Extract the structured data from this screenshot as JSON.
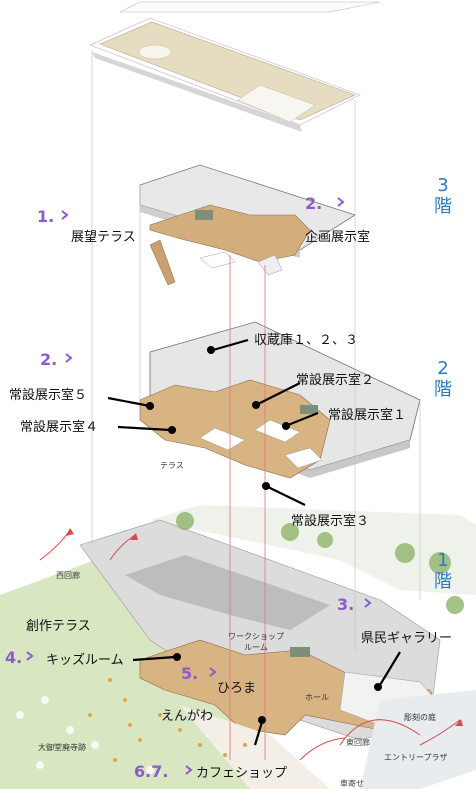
{
  "floors": {
    "f3": {
      "number": "3",
      "kanji": "階"
    },
    "f2": {
      "number": "2",
      "kanji": "階"
    },
    "f1": {
      "number": "1",
      "kanji": "階"
    }
  },
  "steps": {
    "s1": "1.",
    "s2a": "2.",
    "s2b": "2.",
    "s3": "3.",
    "s4": "4.",
    "s5": "5.",
    "s67": "6.7."
  },
  "labels": {
    "tenbo_terrace": "展望テラス",
    "kikaku": "企画展示室",
    "shuzoko": "収蔵庫１、２、３",
    "jousetsu5": "常設展示室５",
    "jousetsu4": "常設展示室４",
    "jousetsu2": "常設展示室２",
    "jousetsu1": "常設展示室１",
    "jousetsu3": "常設展示室３",
    "terrace": "テラス",
    "nishi_kairo": "西回廊",
    "sousaku_terrace": "創作テラス",
    "kids_room": "キッズルーム",
    "workshop": "ワークショップ\nルーム",
    "kenmin_gallery": "県民ギャラリー",
    "hiroma": "ひろま",
    "hall": "ホール",
    "engawa": "えんがわ",
    "chokoku": "彫刻の庭",
    "higashi_kairo": "東回廊",
    "entry_plaza": "エントリープラザ",
    "omido": "大御堂廃寺跡",
    "cafe": "カフェショップ",
    "kurumayose": "車寄せ"
  }
}
